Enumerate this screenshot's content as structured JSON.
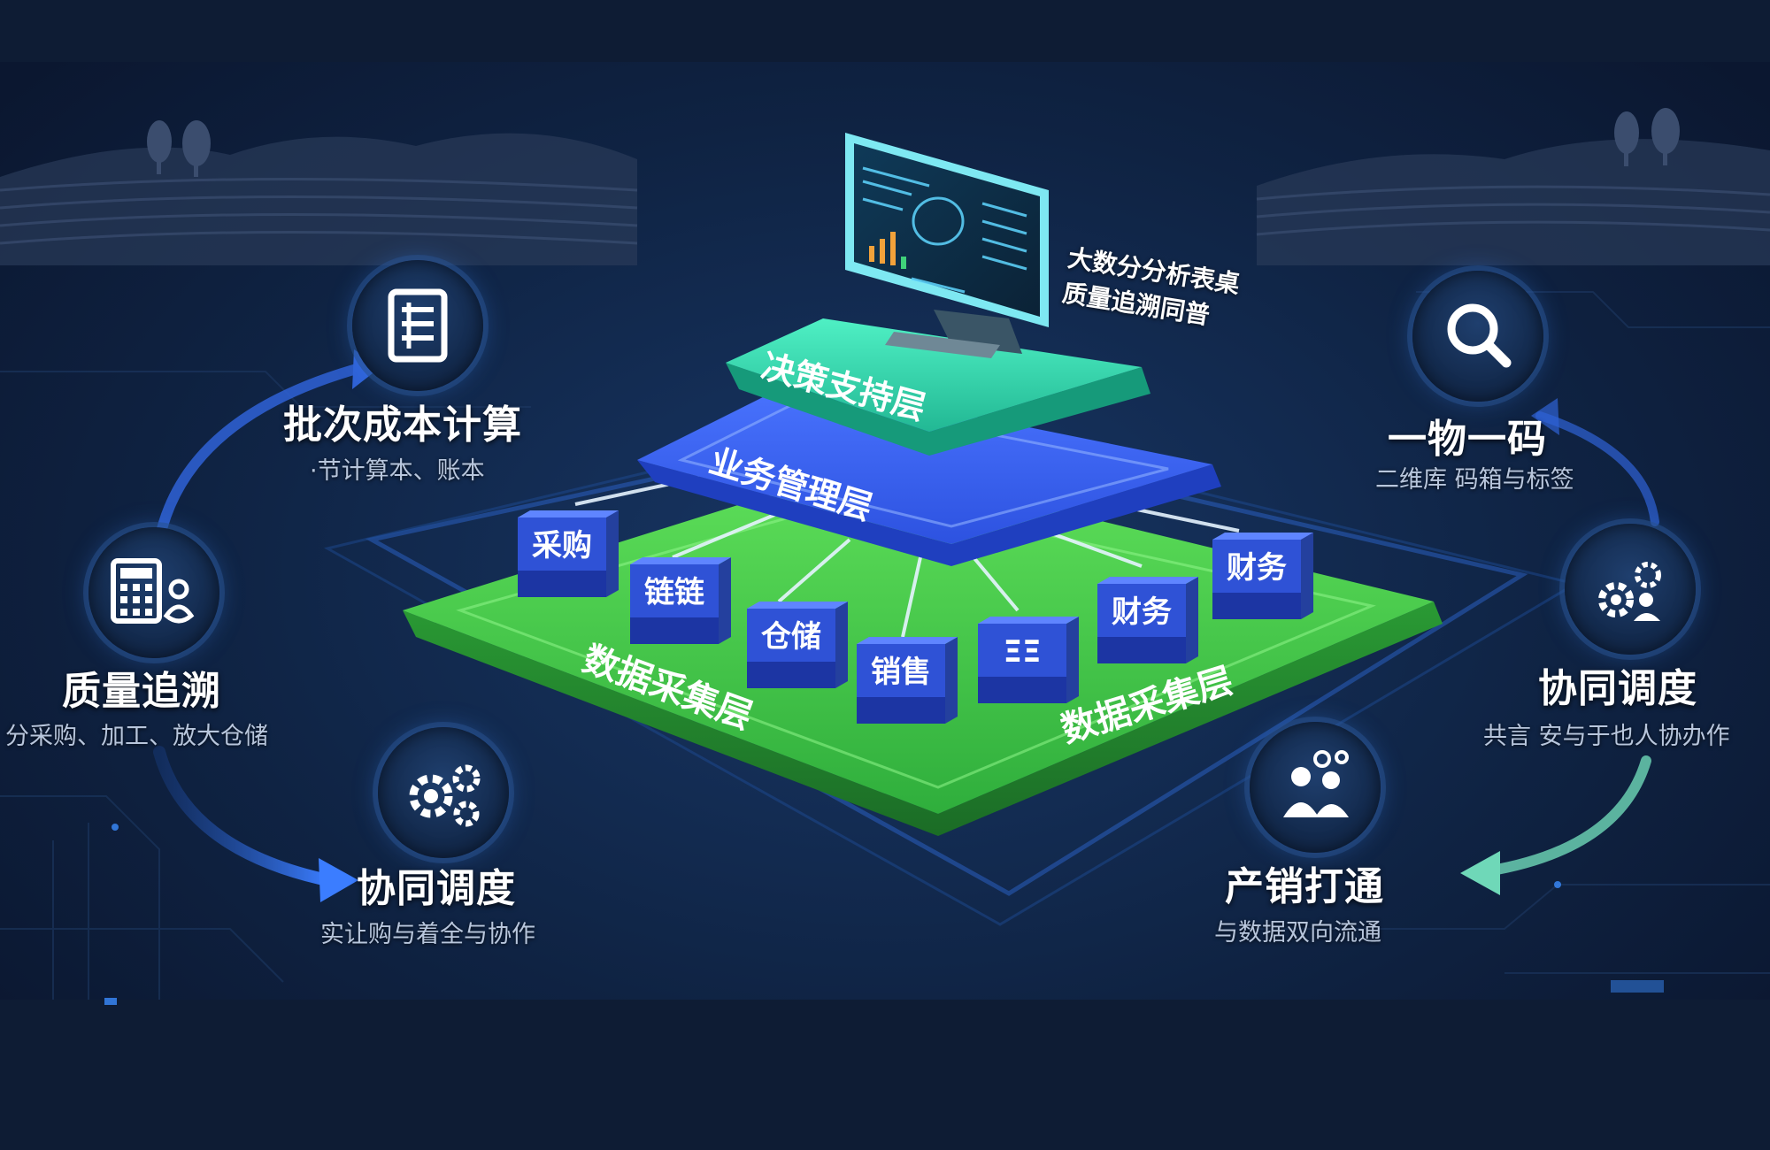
{
  "colors": {
    "background": "#0d1a30",
    "decision_layer": "#2bd9b0",
    "business_layer": "#2f5df0",
    "data_layer": "#3cc34a",
    "module_block": "#2f52d6",
    "text": "#ffffff",
    "subtext": "#b8c6dc"
  },
  "pyramid": {
    "decision_layer": "决策支持层",
    "business_layer": "业务管理层",
    "data_layer_left": "数据采集层",
    "data_layer_right": "数据采集层",
    "monitor_callout": [
      "大数分分析表桌",
      "质量追溯同普"
    ]
  },
  "modules": [
    "采购",
    "链链",
    "仓储",
    "销售",
    "ΞΞ",
    "财务",
    "财务"
  ],
  "features": {
    "batch_cost": {
      "title": "批次成本计算",
      "sub": "·节计算本、账本",
      "icon": "ledger-icon"
    },
    "quality_trace": {
      "title": "质量追溯",
      "sub": "分采购、加工、放大仓储",
      "icon": "calculator-icon"
    },
    "coordination_left": {
      "title": "协同调度",
      "sub": "实让购与着全与协作",
      "icon": "gears-icon"
    },
    "one_code": {
      "title": "一物一码",
      "sub": "二维库 码箱与标签",
      "icon": "search-icon"
    },
    "coordination_right": {
      "title": "协同调度",
      "sub": "共言 安与于也人协办作",
      "icon": "gear-people-icon"
    },
    "production_sales": {
      "title": "产销打通",
      "sub": "与数据双向流通",
      "icon": "people-icon"
    }
  }
}
